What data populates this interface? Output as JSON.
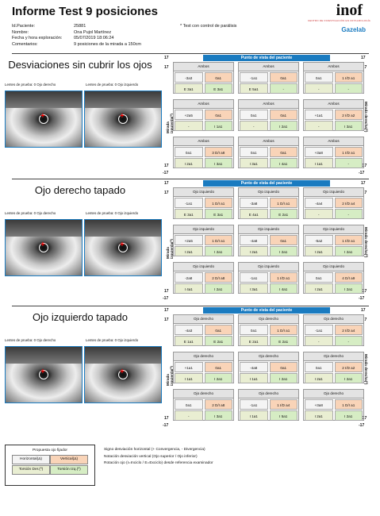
{
  "title": "Informe Test 9 posiciones",
  "logo": {
    "name": "inof",
    "subtitle": "CENTRO DE INVESTIGACIÓN EN OFTALMOLOGÍA",
    "brand": "Gazelab"
  },
  "patient": [
    {
      "label": "Id.Paciente:",
      "value": "25881"
    },
    {
      "label": "Nombre:",
      "value": "Ona Pujol Martínez"
    },
    {
      "label": "Fecha y hora exploración:",
      "value": "05/07/2019  18:06:24"
    },
    {
      "label": "Comentarios:",
      "value": "9 posiciones de la mirada a 150cm"
    }
  ],
  "note": "* Test con control de parálisis",
  "sections": [
    {
      "title": "Desviaciones sin cubrir los ojos",
      "lens_right": "Lentes de prueba: 0   Ojo derecho",
      "lens_left": "Lentes de prueba: 0   Ojo izquierdo",
      "header": "Punto de vista del paciente",
      "corner": "17",
      "corner_neg": "-17",
      "side_left": "Mirada izquierda(º)",
      "side_right": "Mirada derecha(º)",
      "cells": [
        {
          "hd": "Ambos",
          "h": "-3a3",
          "v": "0a1",
          "td": "E 3a1",
          "ti": "E 3a1"
        },
        {
          "hd": "Ambos",
          "h": "-1a1",
          "v": "0a1",
          "td": "E 5a1",
          "ti": "-"
        },
        {
          "hd": "Ambos",
          "h": "0a1",
          "v": "1 I/D a1",
          "td": "-",
          "ti": "-"
        },
        {
          "hd": "Ambos",
          "h": "+2a5",
          "v": "0a1",
          "td": "-",
          "ti": "I 1a1"
        },
        {
          "hd": "Ambos",
          "h": "0a1",
          "v": "0a1",
          "td": "-",
          "ti": "I 2a1"
        },
        {
          "hd": "Ambos",
          "h": "+1a1",
          "v": "2 I/D a2",
          "td": "-",
          "ti": "I 3a1"
        },
        {
          "hd": "Ambos",
          "h": "0a1",
          "v": "3 D/I a8",
          "td": "I 2a1",
          "ti": "I 3a1"
        },
        {
          "hd": "Ambos",
          "h": "0a1",
          "v": "0a1",
          "td": "I 3a1",
          "ti": "I 4a1"
        },
        {
          "hd": "Ambos",
          "h": "+3a8",
          "v": "1 I/D a1",
          "td": "I 1a1",
          "ti": "-"
        }
      ]
    },
    {
      "title": "Ojo derecho tapado",
      "lens_right": "Lentes de prueba: 0   Ojo derecho",
      "lens_left": "Lentes de prueba: 0   Ojo izquierdo",
      "header": "Punto de vista del paciente",
      "corner": "17",
      "corner_neg": "-17",
      "side_left": "Mirada izquierda(º)",
      "side_right": "Mirada derecha(º)",
      "cells": [
        {
          "hd": "Ojo izquierdo",
          "h": "-1a1",
          "v": "1 D/I a1",
          "td": "E 3a1",
          "ti": "E 3a1"
        },
        {
          "hd": "Ojo izquierdo",
          "h": "-3a8",
          "v": "1 D/I a1",
          "td": "E 4a1",
          "ti": "E 2a1"
        },
        {
          "hd": "Ojo izquierdo",
          "h": "-4a4",
          "v": "2 I/D a4",
          "td": "-",
          "ti": "-"
        },
        {
          "hd": "Ojo izquierdo",
          "h": "+2a5",
          "v": "1 D/I a1",
          "td": "I 2a1",
          "ti": "I 2a1"
        },
        {
          "hd": "Ojo izquierdo",
          "h": "-4a8",
          "v": "0a1",
          "td": "I 2a1",
          "ti": "I 2a1"
        },
        {
          "hd": "Ojo izquierdo",
          "h": "-5a2",
          "v": "1 I/D a1",
          "td": "I 2a1",
          "ti": "I 2a1"
        },
        {
          "hd": "Ojo izquierdo",
          "h": "-2a8",
          "v": "2 D/I a8",
          "td": "I 4a1",
          "ti": "I 2a1"
        },
        {
          "hd": "Ojo izquierdo",
          "h": "-1a1",
          "v": "1 I/D a1",
          "td": "I 3a1",
          "ti": "I 4a1"
        },
        {
          "hd": "Ojo izquierdo",
          "h": "0a1",
          "v": "4 D/I a9",
          "td": "I 2a1",
          "ti": "I 2a1"
        }
      ]
    },
    {
      "title": "Ojo izquierdo tapado",
      "lens_right": "Lentes de prueba: 0   Ojo derecho",
      "lens_left": "Lentes de prueba: 0   Ojo izquierdo",
      "header": "Punto de vista del paciente",
      "corner": "17",
      "corner_neg": "-17",
      "side_left": "Mirada izquierda(º)",
      "side_right": "Mirada derecha(º)",
      "cells": [
        {
          "hd": "Ojo derecho",
          "h": "-4a3",
          "v": "0a1",
          "td": "E 1a1",
          "ti": "E 2a1"
        },
        {
          "hd": "Ojo derecho",
          "h": "0a1",
          "v": "1 D/I a1",
          "td": "E 2a1",
          "ti": "E 2a1"
        },
        {
          "hd": "Ojo derecho",
          "h": "-1a1",
          "v": "2 I/D a4",
          "td": "-",
          "ti": "-"
        },
        {
          "hd": "Ojo derecho",
          "h": "+1a1",
          "v": "0a1",
          "td": "I 1a1",
          "ti": "I 2a1"
        },
        {
          "hd": "Ojo derecho",
          "h": "-4a8",
          "v": "0a1",
          "td": "I 1a1",
          "ti": "I 2a1"
        },
        {
          "hd": "Ojo derecho",
          "h": "0a1",
          "v": "2 I/D a2",
          "td": "I 2a1",
          "ti": "I 2a1"
        },
        {
          "hd": "Ojo derecho",
          "h": "0a1",
          "v": "2 D/I a8",
          "td": "-",
          "ti": "I 3a1"
        },
        {
          "hd": "Ojo derecho",
          "h": "-1a1",
          "v": "1 I/D a4",
          "td": "I 1a1",
          "ti": "I 5a1"
        },
        {
          "hd": "Ojo derecho",
          "h": "+3a8",
          "v": "1 D/I a1",
          "td": "I 2a1",
          "ti": "I 2a1"
        }
      ]
    }
  ],
  "legend": {
    "title": "Propuesta ojo fijador",
    "horizontal": "Horizontal(Δ)",
    "vertical": "Vertical(Δ)",
    "torsion_der": "Torsión Der.(º)",
    "torsion_izq": "Torsión Izq.(º)"
  },
  "notes": [
    "Signo desviación horizontal (+ Convergencia, - Divergencia)",
    "Notación desviación vertical (Ojo superior / Ojo inferior)",
    "Rotación ojo (I=Inciclo / E=Exciclo) desde referencia examinador"
  ],
  "colors": {
    "accent": "#1a7bc0",
    "vertical": "#f9d4b8",
    "torsion_der": "#e9eed2",
    "torsion_izq": "#d6edc4"
  }
}
